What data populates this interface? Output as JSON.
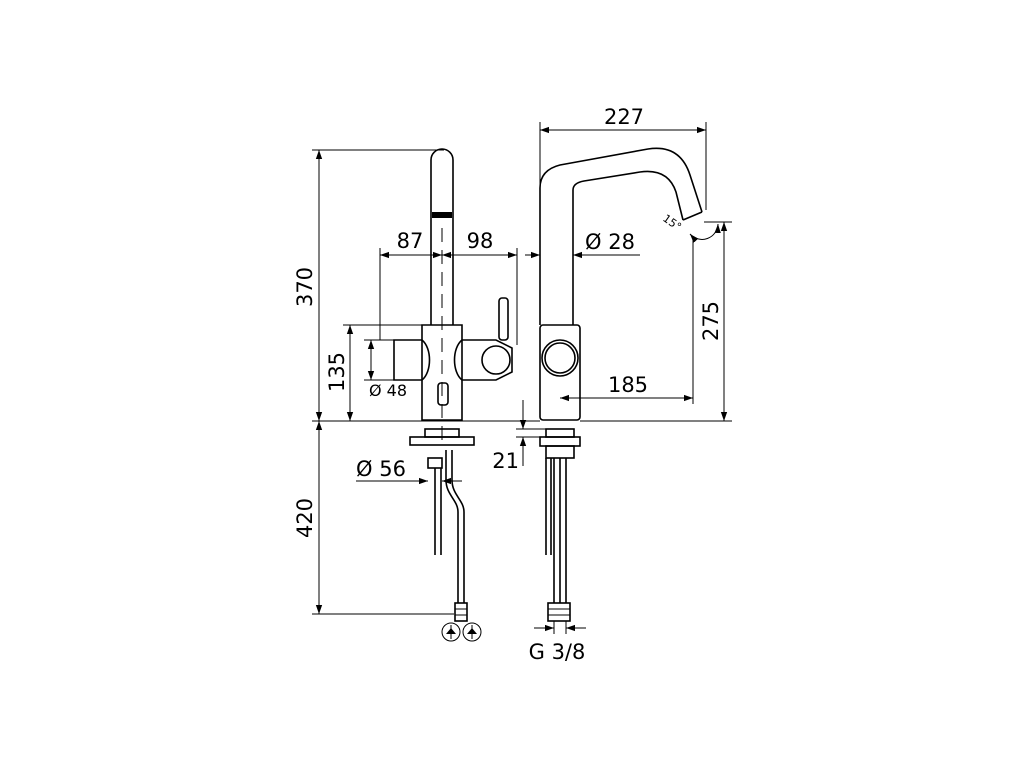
{
  "dimensions": {
    "total_height": "370",
    "under_counter": "420",
    "lever_reach": "87",
    "sensor_reach": "98",
    "body_height": "135",
    "body_diameter": "Ø 48",
    "base_diameter": "Ø 56",
    "spout_width": "227",
    "spout_diameter": "Ø 28",
    "outlet_height": "275",
    "outlet_reach": "185",
    "spout_angle": "15°",
    "base_thickness": "21",
    "connection": "G 3/8"
  }
}
